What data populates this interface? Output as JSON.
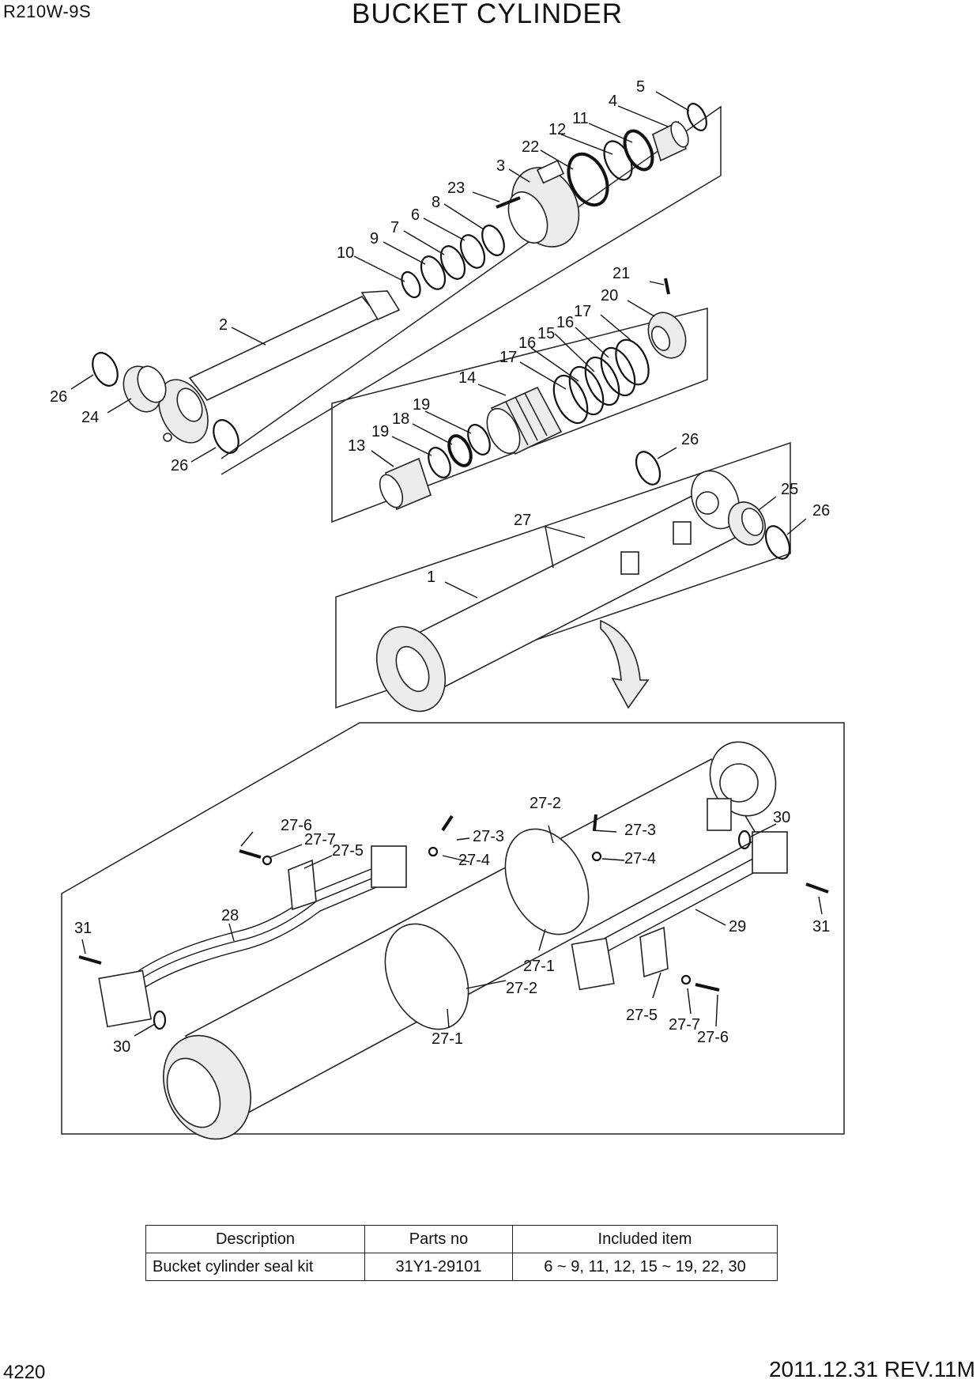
{
  "header": {
    "model": "R210W-9S",
    "title": "BUCKET CYLINDER"
  },
  "callouts": {
    "c1": "1",
    "c2": "2",
    "c3": "3",
    "c4": "4",
    "c5": "5",
    "c6": "6",
    "c7": "7",
    "c8": "8",
    "c9": "9",
    "c10": "10",
    "c11": "11",
    "c12": "12",
    "c13": "13",
    "c14": "14",
    "c15": "15",
    "c16": "16",
    "c17": "17",
    "c18": "18",
    "c19": "19",
    "c20": "20",
    "c21": "21",
    "c22": "22",
    "c23": "23",
    "c24": "24",
    "c25": "25",
    "c26": "26",
    "c27": "27",
    "c28": "28",
    "c29": "29",
    "c30": "30",
    "c31": "31",
    "c27_1": "27-1",
    "c27_2": "27-2",
    "c27_3": "27-3",
    "c27_4": "27-4",
    "c27_5": "27-5",
    "c27_6": "27-6",
    "c27_7": "27-7"
  },
  "kit_table": {
    "headers": [
      "Description",
      "Parts no",
      "Included item"
    ],
    "rows": [
      [
        "Bucket  cylinder seal kit",
        "31Y1-29101",
        "6 ~ 9, 11, 12, 15 ~ 19, 22, 30"
      ]
    ]
  },
  "footer": {
    "page_number": "4220",
    "revision": "2011.12.31  REV.11M"
  }
}
